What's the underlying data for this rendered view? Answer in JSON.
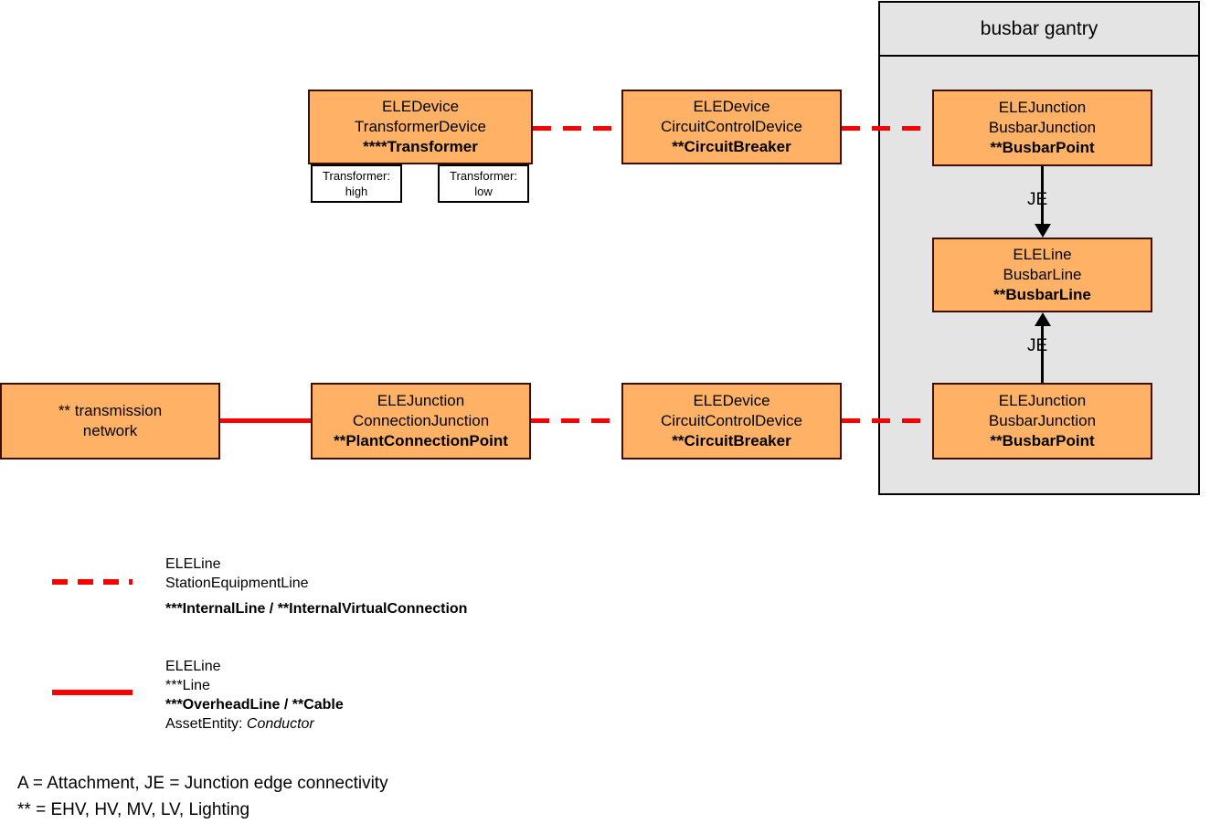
{
  "diagram": {
    "gantry": {
      "title": "busbar gantry"
    },
    "nodes": {
      "transformer": {
        "l1": "ELEDevice",
        "l2": "TransformerDevice",
        "l3": "****Transformer"
      },
      "transformer_high": {
        "l1": "Transformer:",
        "l2": "high"
      },
      "transformer_low": {
        "l1": "Transformer:",
        "l2": "low"
      },
      "breaker_top": {
        "l1": "ELEDevice",
        "l2": "CircuitControlDevice",
        "l3": "**CircuitBreaker"
      },
      "busbar_junction_top": {
        "l1": "ELEJunction",
        "l2": "BusbarJunction",
        "l3": "**BusbarPoint"
      },
      "busbar_line": {
        "l1": "ELELine",
        "l2": "BusbarLine",
        "l3": "**BusbarLine"
      },
      "busbar_junction_bottom": {
        "l1": "ELEJunction",
        "l2": "BusbarJunction",
        "l3": "**BusbarPoint"
      },
      "transmission_network": {
        "l1": "** transmission",
        "l2": "network"
      },
      "connection_junction": {
        "l1": "ELEJunction",
        "l2": "ConnectionJunction",
        "l3": "**PlantConnectionPoint"
      },
      "breaker_bottom": {
        "l1": "ELEDevice",
        "l2": "CircuitControlDevice",
        "l3": "**CircuitBreaker"
      }
    },
    "edges": {
      "je_top_label": "JE",
      "je_bottom_label": "JE"
    }
  },
  "legend": {
    "dashed": {
      "line1": "ELELine",
      "line2": "StationEquipmentLine",
      "line3_bold_a": "***InternalLine",
      "line3_sep": "  /  ",
      "line3_bold_b": "**InternalVirtualConnection"
    },
    "solid": {
      "line1": "ELELine",
      "line2": "***Line",
      "line3_bold_a": "***OverheadLine",
      "line3_sep": "  /  ",
      "line3_bold_b": "**Cable",
      "line4_prefix": "AssetEntity: ",
      "line4_italic": "Conductor"
    }
  },
  "footnotes": {
    "line1": "A = Attachment,  JE = Junction edge connectivity",
    "line2": "** = EHV, HV, MV, LV, Lighting"
  },
  "colors": {
    "node_fill": "#ffb266",
    "node_border": "#3d0f02",
    "gantry_fill": "#e4e4e4",
    "gantry_border": "#000000",
    "connector_red": "#fa0000",
    "text": "#000000"
  }
}
